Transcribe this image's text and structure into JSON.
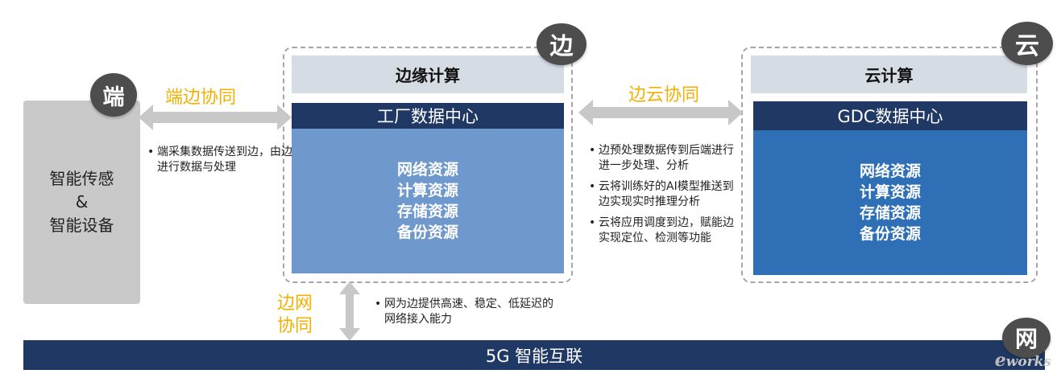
{
  "badges": {
    "device": "端",
    "edge": "边",
    "cloud": "云",
    "network": "网"
  },
  "device": {
    "line1": "智能传感",
    "line2": "&",
    "line3": "智能设备"
  },
  "edge": {
    "title": "边缘计算",
    "datacenter": "工厂数据中心",
    "resources": [
      "网络资源",
      "计算资源",
      "存储资源",
      "备份资源"
    ]
  },
  "cloud": {
    "title": "云计算",
    "datacenter": "GDC数据中心",
    "resources": [
      "网络资源",
      "计算资源",
      "存储资源",
      "备份资源"
    ]
  },
  "collab": {
    "device_edge": "端边协同",
    "edge_cloud": "边云协同",
    "edge_network_1": "边网",
    "edge_network_2": "协同"
  },
  "notes": {
    "device_edge": [
      "端采集数据传送到边，由边进行数据与处理"
    ],
    "edge_cloud": [
      "边预处理数据传到后端进行进一步处理、分析",
      "云将训练好的AI模型推送到边实现实时推理分析",
      "云将应用调度到边，赋能边实现定位、检测等功能"
    ],
    "edge_network": [
      "网为边提供高速、稳定、低延迟的网络接入能力"
    ]
  },
  "network": {
    "label": "5G 智能互联"
  },
  "logo": {
    "e": "e",
    "rest": "works"
  },
  "colors": {
    "navy": "#1f3864",
    "edge_fill": "#6f98cc",
    "cloud_fill": "#2e6fb6",
    "title_fill": "#d6dce4",
    "accent": "#f4b000",
    "arrow": "#c8c8c8",
    "badge": "#4d4d4d"
  }
}
